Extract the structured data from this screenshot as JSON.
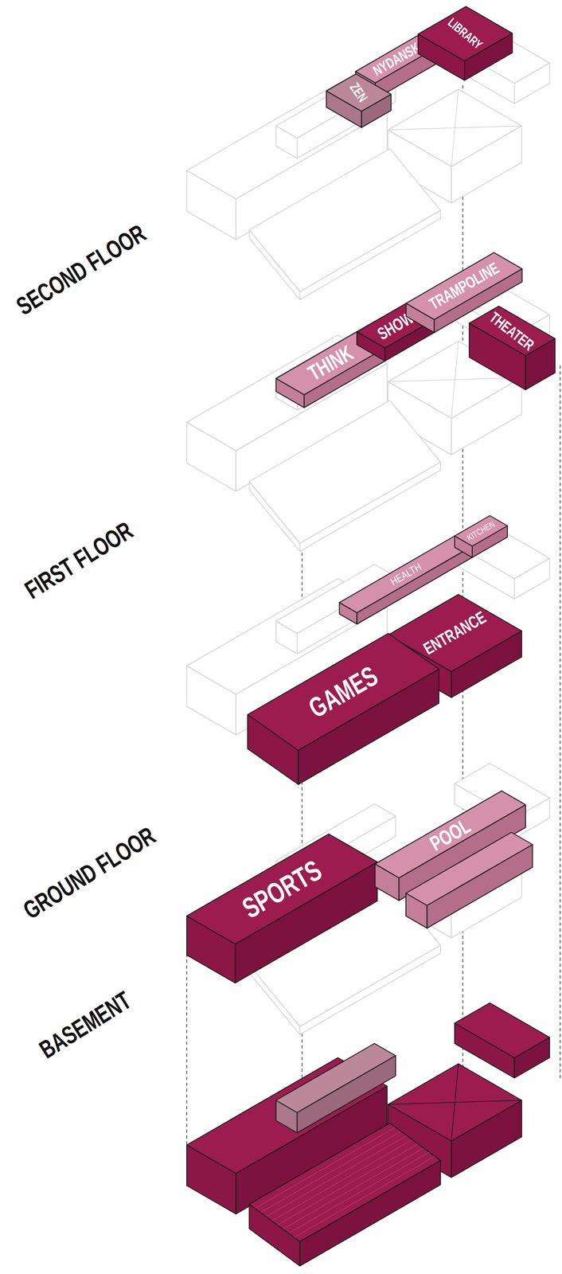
{
  "diagram": {
    "nodes": [
      {
        "text": [
          "ZEN"
        ]
      },
      {
        "text": [
          "NYDANSK"
        ]
      },
      {
        "text": [
          "LIBRARY"
        ]
      },
      {
        "text": [
          "THINK"
        ]
      },
      {
        "text": [
          "SHOW"
        ]
      },
      {
        "text": [
          "TRAMPOLINE"
        ]
      },
      {
        "text": [
          "THEATER"
        ]
      },
      {
        "text": [
          "HEALTH"
        ]
      },
      {
        "text": [
          "KITCHEN"
        ]
      },
      {
        "text": [
          "ENTRANCE"
        ]
      },
      {
        "text": [
          "GAMES"
        ]
      },
      {
        "text": [
          "SPORTS"
        ]
      },
      {
        "text": [
          "POOL"
        ]
      }
    ],
    "labels": [
      "SECOND FLOOR",
      "FIRST FLOOR",
      "GROUND FLOOR",
      "BASEMENT"
    ]
  }
}
